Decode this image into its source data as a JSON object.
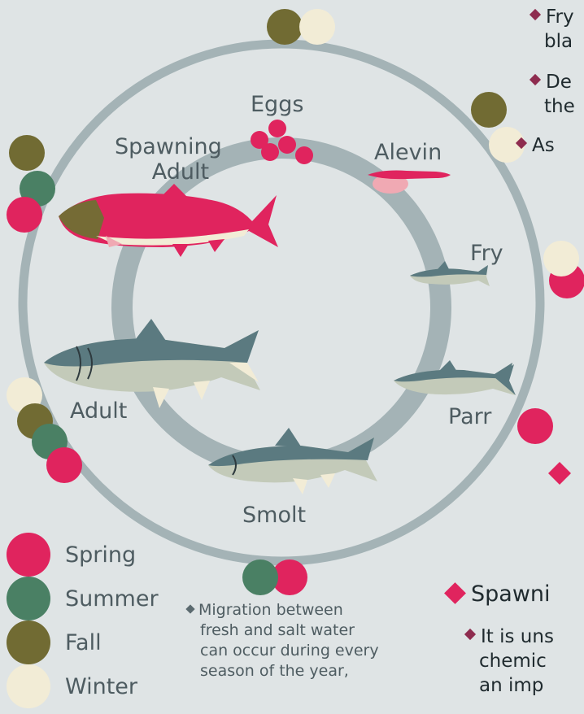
{
  "colors": {
    "spring": "#e0245e",
    "summer": "#4a8064",
    "fall": "#716b33",
    "winter": "#f2ecd6",
    "background": "#dfe4e5",
    "ring": "#a4b3b6",
    "diamond": "#8e2c4f",
    "fish_back": "#5b7a80",
    "fish_belly": "#c3cab9",
    "spawner_red": "#e0245e",
    "spawner_head": "#756b35"
  },
  "stages": {
    "eggs": "Eggs",
    "alevin": "Alevin",
    "fry": "Fry",
    "parr": "Parr",
    "smolt": "Smolt",
    "adult": "Adult",
    "spawning_adult_line1": "Spawning",
    "spawning_adult_line2": "Adult"
  },
  "legend": [
    {
      "season": "Spring",
      "color": "#e0245e"
    },
    {
      "season": "Summer",
      "color": "#4a8064"
    },
    {
      "season": "Fall",
      "color": "#716b33"
    },
    {
      "season": "Winter",
      "color": "#f2ecd6"
    }
  ],
  "migration_note": {
    "line1": "Migration between",
    "line2": "fresh and salt water",
    "line3": "can occur during every",
    "line4": "season of the year,"
  },
  "right_panel": {
    "top_sub1_line1": "Fry",
    "top_sub1_line2": "bla",
    "top_sub2_line1": "De",
    "top_sub2_line2": "the",
    "top_sub3_line1": "As",
    "spawning_heading": "Spawni",
    "spawning_sub1_line1": "It is uns",
    "spawning_sub1_line2": "chemic",
    "spawning_sub1_line3": "an imp"
  }
}
